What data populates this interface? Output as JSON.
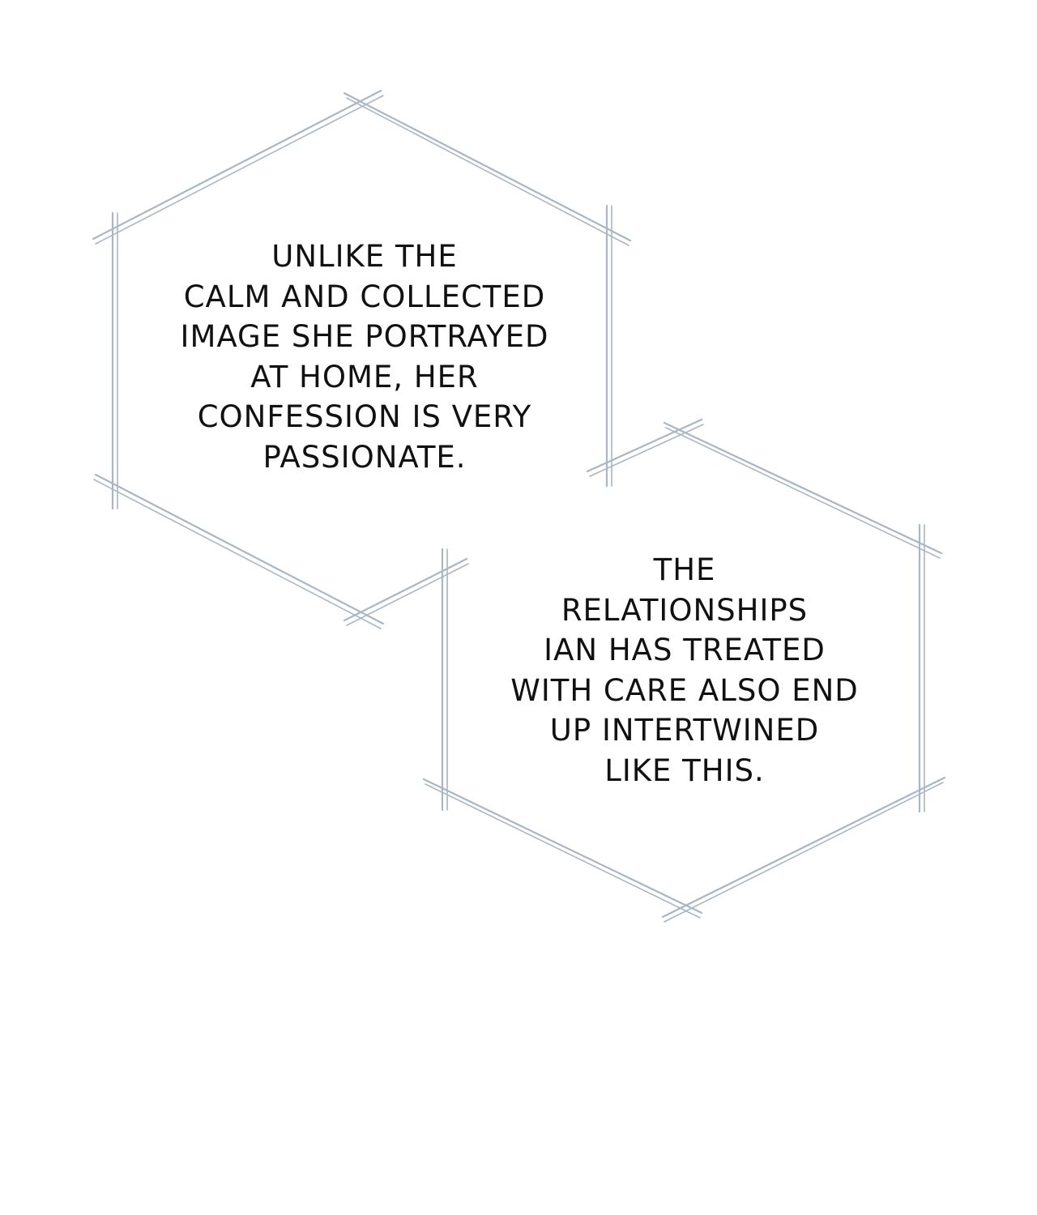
{
  "captions": [
    {
      "lines": [
        "UNLIKE THE",
        "CALM AND COLLECTED",
        "IMAGE SHE PORTRAYED",
        "AT HOME, HER",
        "CONFESSION IS VERY",
        "PASSIONATE."
      ]
    },
    {
      "lines": [
        "THE",
        "RELATIONSHIPS",
        "IAN HAS TREATED",
        "WITH CARE ALSO END",
        "UP INTERTWINED",
        "LIKE THIS."
      ]
    }
  ],
  "colors": {
    "frame_stroke": "#a9b6c4",
    "background": "#ffffff",
    "text": "#111111"
  }
}
